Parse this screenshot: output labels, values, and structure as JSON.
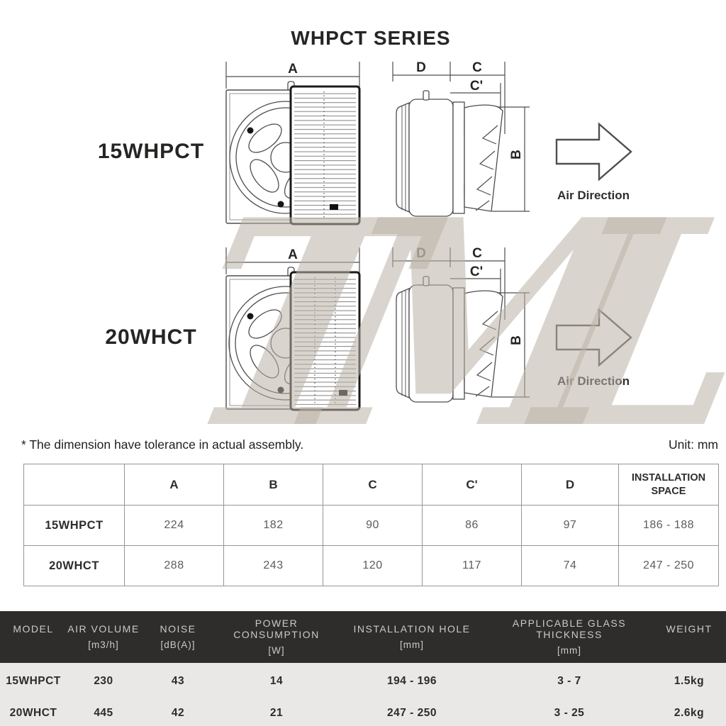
{
  "title": "WHPCT SERIES",
  "watermark": "TML",
  "models": [
    {
      "name": "15WHPCT"
    },
    {
      "name": "20WHCT"
    }
  ],
  "dim_labels": {
    "a": "A",
    "b": "B",
    "c": "C",
    "c_prime": "C'",
    "d": "D"
  },
  "air_direction_label": "Air Direction",
  "note": "* The dimension have tolerance in actual assembly.",
  "unit_label": "Unit: mm",
  "dimension_table": {
    "headers": [
      "",
      "A",
      "B",
      "C",
      "C'",
      "D",
      "INSTALLATION SPACE"
    ],
    "rows": [
      {
        "model": "15WHPCT",
        "values": [
          "224",
          "182",
          "90",
          "86",
          "97",
          "186 - 188"
        ]
      },
      {
        "model": "20WHCT",
        "values": [
          "288",
          "243",
          "120",
          "117",
          "74",
          "247 - 250"
        ]
      }
    ]
  },
  "spec_table": {
    "headers": [
      {
        "label": "MODEL",
        "unit": ""
      },
      {
        "label": "AIR VOLUME",
        "unit": "[m3/h]"
      },
      {
        "label": "NOISE",
        "unit": "[dB(A)]"
      },
      {
        "label": "POWER CONSUMPTION",
        "unit": "[W]"
      },
      {
        "label": "INSTALLATION HOLE",
        "unit": "[mm]"
      },
      {
        "label": "APPLICABLE GLASS THICKNESS",
        "unit": "[mm]"
      },
      {
        "label": "WEIGHT",
        "unit": ""
      }
    ],
    "rows": [
      {
        "cells": [
          "15WHPCT",
          "230",
          "43",
          "14",
          "194 - 196",
          "3 - 7",
          "1.5kg"
        ]
      },
      {
        "cells": [
          "20WHCT",
          "445",
          "42",
          "21",
          "247 - 250",
          "3 - 25",
          "2.6kg"
        ]
      }
    ]
  },
  "colors": {
    "page_bg": "#ffffff",
    "ink": "#262524",
    "drawing_line": "#4d4d4d",
    "value_text": "#5c5c5c",
    "table_border": "#969696",
    "spec_header_bg": "#2e2d2c",
    "spec_header_text": "#cbcac9",
    "spec_body_bg": "#e9e8e7",
    "watermark": "#bab2a7"
  }
}
